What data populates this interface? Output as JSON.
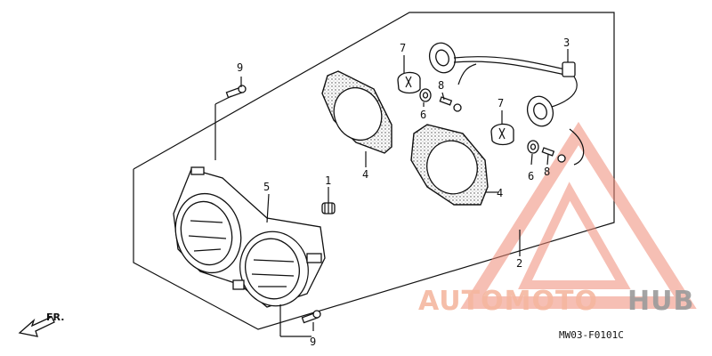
{
  "callouts": {
    "c1": "1",
    "c2": "2",
    "c3": "3",
    "c4a": "4",
    "c4b": "4",
    "c5": "5",
    "c6a": "6",
    "c6b": "6",
    "c7a": "7",
    "c7b": "7",
    "c8a": "8",
    "c8b": "8",
    "c9a": "9",
    "c9b": "9"
  },
  "diagram_code": "MW03-F0101C",
  "front_label": "FR.",
  "watermark": {
    "part1": "AUTOMOTO",
    "part2": "HUB",
    "accent_color": "#f08c78",
    "gray_color": "#9b9b9b"
  }
}
